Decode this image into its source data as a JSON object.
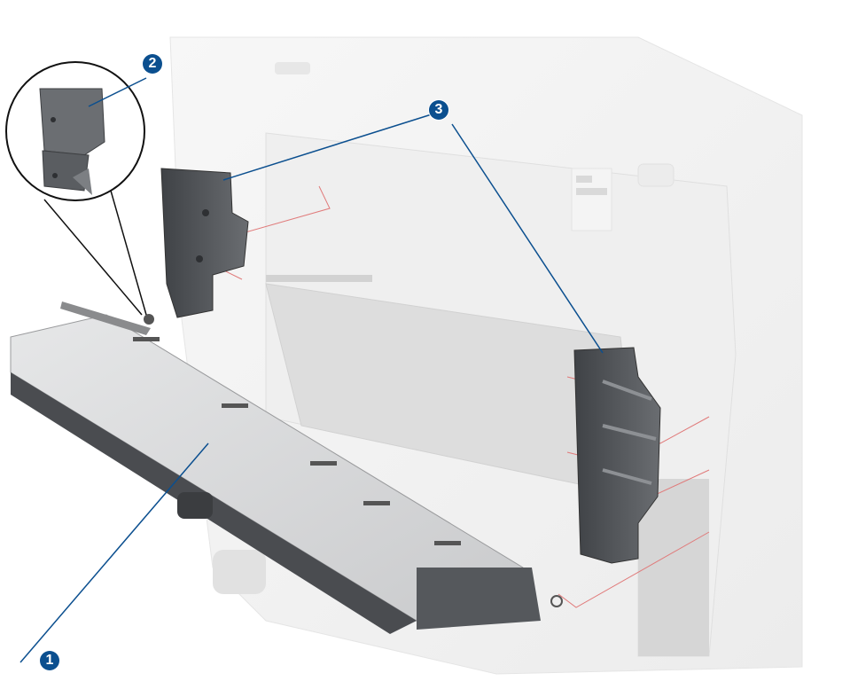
{
  "diagram": {
    "type": "exploded-parts-view",
    "description": "Printer lower assembly removal: main tray module with two side brackets and a clip detail",
    "colors": {
      "callout": "#0b4f8f",
      "leader_line": "#0b4f8f",
      "assembly_line": "#e07a7a",
      "part_dark": "#55585c",
      "part_light": "#d9dadb",
      "printer_body": "#f2f2f2"
    },
    "callouts": [
      {
        "number": "1",
        "label": "1",
        "part": "main-tray-assembly"
      },
      {
        "number": "2",
        "label": "2",
        "part": "clip-detail"
      },
      {
        "number": "3",
        "label": "3",
        "part": "side-brackets"
      }
    ]
  }
}
